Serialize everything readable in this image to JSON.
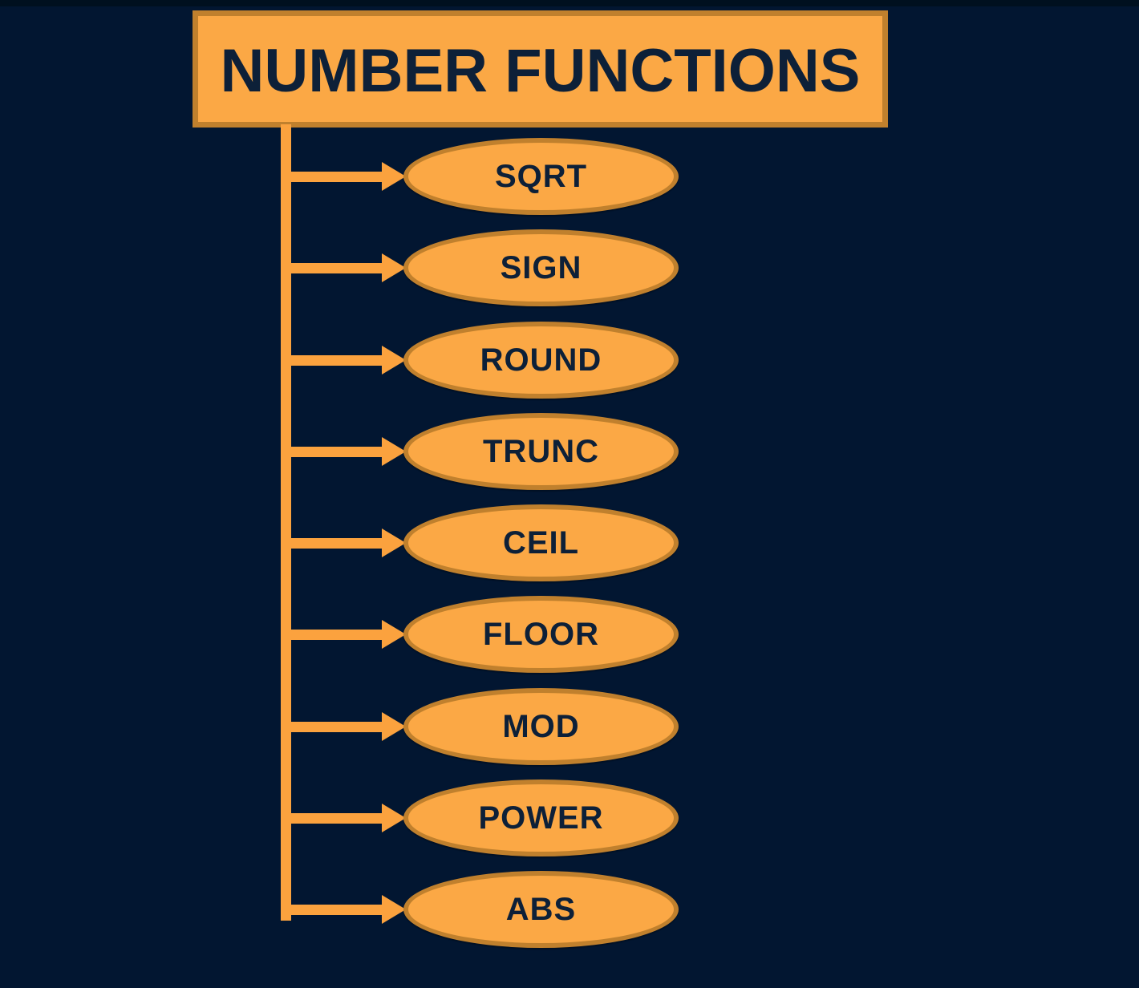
{
  "palette": {
    "bg": "#021631",
    "bg-top-strip": "#00101f",
    "orange-fill": "#fba845",
    "orange-border": "#c0802d",
    "connector": "#fba23e",
    "text-navy": "#0d2038"
  },
  "title": {
    "label": "NUMBER FUNCTIONS"
  },
  "diagram": {
    "items": [
      {
        "label": "SQRT"
      },
      {
        "label": "SIGN"
      },
      {
        "label": "ROUND"
      },
      {
        "label": "TRUNC"
      },
      {
        "label": "CEIL"
      },
      {
        "label": "FLOOR"
      },
      {
        "label": "MOD"
      },
      {
        "label": "POWER"
      },
      {
        "label": "ABS"
      }
    ]
  }
}
